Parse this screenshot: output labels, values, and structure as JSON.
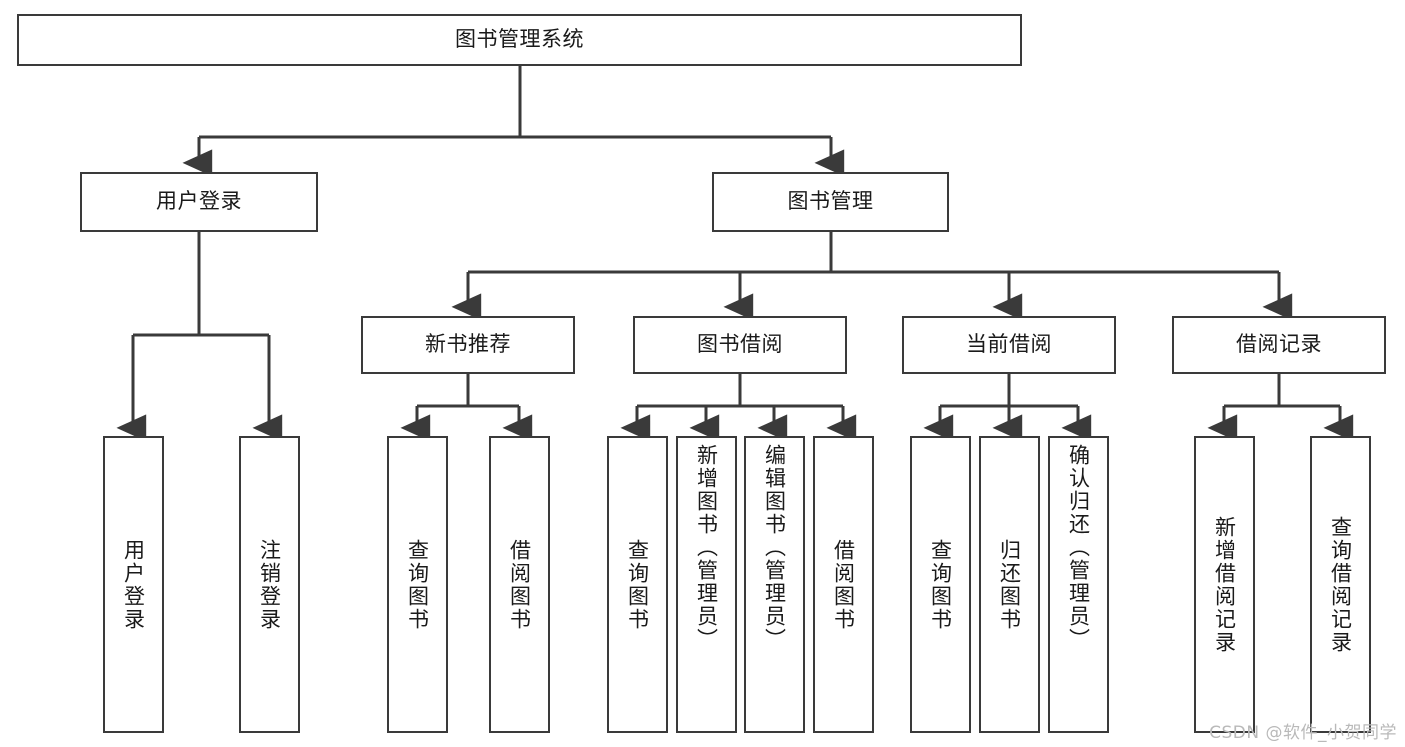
{
  "diagram": {
    "title": "图书管理系统",
    "type": "tree",
    "colors": {
      "box_border": "#3a3a3a",
      "box_fill": "#ffffff",
      "edge": "#3a3a3a",
      "text": "#1a1a1a",
      "background": "#ffffff",
      "watermark": "#b9b9b9"
    },
    "root": {
      "label": "图书管理系统"
    },
    "level2": [
      {
        "label": "用户登录"
      },
      {
        "label": "图书管理"
      }
    ],
    "level3": [
      {
        "label": "新书推荐"
      },
      {
        "label": "图书借阅"
      },
      {
        "label": "当前借阅"
      },
      {
        "label": "借阅记录"
      }
    ],
    "leaves": {
      "user_login": [
        {
          "label": "用户登录"
        },
        {
          "label": "注销登录"
        }
      ],
      "new_book_recommend": [
        {
          "label": "查询图书"
        },
        {
          "label": "借阅图书"
        }
      ],
      "book_borrow": [
        {
          "label": "查询图书"
        },
        {
          "label": "新增图书（管理员）"
        },
        {
          "label": "编辑图书（管理员）"
        },
        {
          "label": "借阅图书"
        }
      ],
      "current_borrow": [
        {
          "label": "查询图书"
        },
        {
          "label": "归还图书"
        },
        {
          "label": "确认归还（管理员）"
        }
      ],
      "borrow_record": [
        {
          "label": "新增借阅记录"
        },
        {
          "label": "查询借阅记录"
        }
      ]
    }
  },
  "watermark": {
    "text": "CSDN @软件_小贺同学"
  }
}
